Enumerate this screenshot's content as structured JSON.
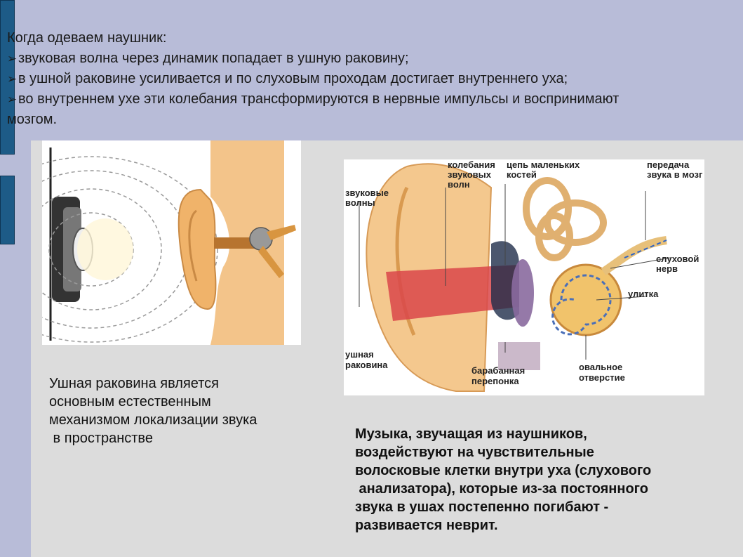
{
  "header": {
    "intro": "Когда  одеваем наушник:",
    "bullets": [
      "звуковая волна через динамик попадает в ушную раковину;",
      "в ушной раковине усиливается и по слуховым проходам достигает внутреннего уха;",
      "во внутреннем ухе эти колебания трансформируются в нервные импульсы и воспринимают"
    ],
    "continuation": "мозгом."
  },
  "left_caption": [
    "Ушная раковина является",
    "основным естественным",
    "механизмом локализации звука",
    " в пространстве"
  ],
  "right_caption": [
    "Музыка, звучащая из наушников,",
    "воздействуют на чувствительные",
    "волосковые клетки внутри уха (слухового",
    " анализатора), которые из-за постоянного",
    "звука в ушах постепенно погибают -",
    "развивается неврит."
  ],
  "diagram_labels": {
    "sound_waves": [
      "звуковые",
      "волны"
    ],
    "wave_vibrations": [
      "колебания",
      "звуковых",
      "волн"
    ],
    "bone_chain": [
      "цепь маленьких",
      "костей"
    ],
    "brain_transmission": [
      "передача",
      "звука в мозг"
    ],
    "auditory_nerve": [
      "слуховой",
      "нерв"
    ],
    "cochlea": "улитка",
    "pinna": [
      "ушная",
      "раковина"
    ],
    "eardrum": [
      "барабанная",
      "перепонка"
    ],
    "oval_window": [
      "овальное",
      "отверстие"
    ]
  },
  "colors": {
    "accent": "#1d5b87",
    "skin": "#f3c48a",
    "ear_red": "#d9464a"
  }
}
